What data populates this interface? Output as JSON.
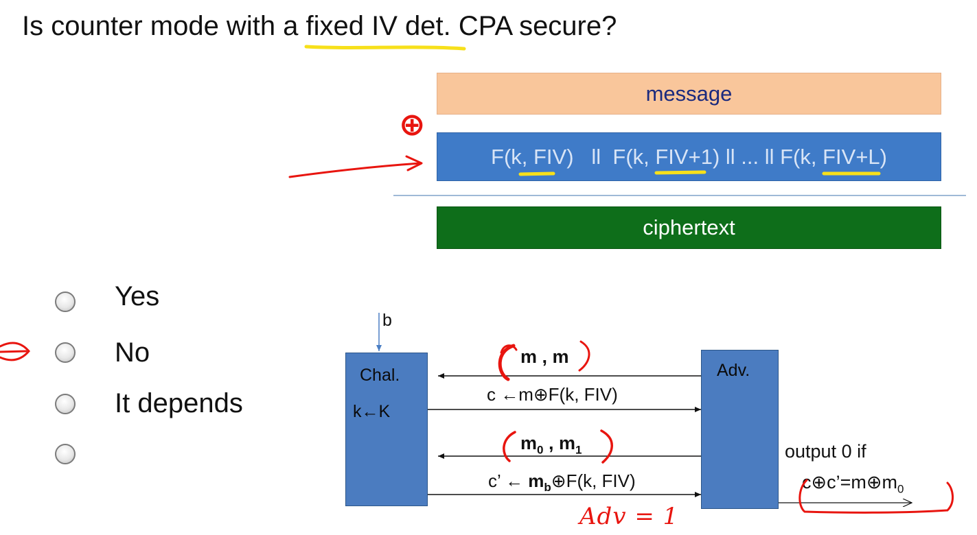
{
  "title": "Is counter mode with a fixed IV  det. CPA secure?",
  "bars": {
    "message": "message",
    "keystream": "F(k, FIV)   ll  F(k, FIV+1) ll ... ll F(k, FIV+L)",
    "ciphertext": "ciphertext"
  },
  "xor_symbol": "⊕",
  "options": [
    "Yes",
    "No",
    "It depends",
    ""
  ],
  "diagram": {
    "b_label": "b",
    "challenger": {
      "line1": "Chal.",
      "line2": "k←K"
    },
    "adversary": "Adv.",
    "msg1": "m , m",
    "ct1": "c ←m⊕F(k, FIV)",
    "msg2_main": "m",
    "msg2_sub0": "0",
    "msg2_sep": " , m",
    "msg2_sub1": "1",
    "ct2_pre": "c’ ← ",
    "ct2_bold": "m",
    "ct2_sub": "b",
    "ct2_post": "⊕F(k, FIV)",
    "output_line1": "output 0 if",
    "output_line2": "c⊕c’=m⊕m",
    "output_sub": "0"
  },
  "annotation": {
    "adv_text": "Adv = 1"
  },
  "colors": {
    "message_bar": "#f9c69b",
    "keystream_bar": "#3f7bc8",
    "ciphertext_bar": "#0e6e1a",
    "box_fill": "#4b7cc0",
    "ink_red": "#e8150f",
    "highlight": "#f7e01b"
  }
}
